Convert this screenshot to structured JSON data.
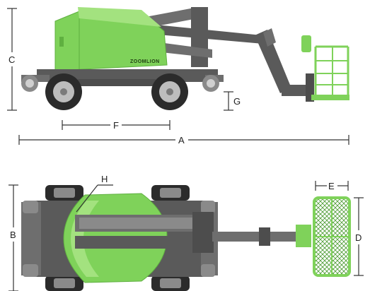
{
  "brand_text": "ZOOMLION",
  "colors": {
    "body_green": "#7fd25a",
    "body_green_dark": "#5fb040",
    "body_green_light": "#a3e27f",
    "frame_gray": "#5a5a5a",
    "boom_gray": "#6e6e6e",
    "tire_dark": "#2b2b2b",
    "rim_light": "#bdbdbd",
    "line": "#333333"
  },
  "dimensions": {
    "A": "A",
    "B": "B",
    "C": "C",
    "D": "D",
    "E": "E",
    "F": "F",
    "G": "G",
    "H": "H"
  },
  "icons": {
    "side_view": "boom-lift-side-icon",
    "top_view": "boom-lift-top-icon"
  }
}
